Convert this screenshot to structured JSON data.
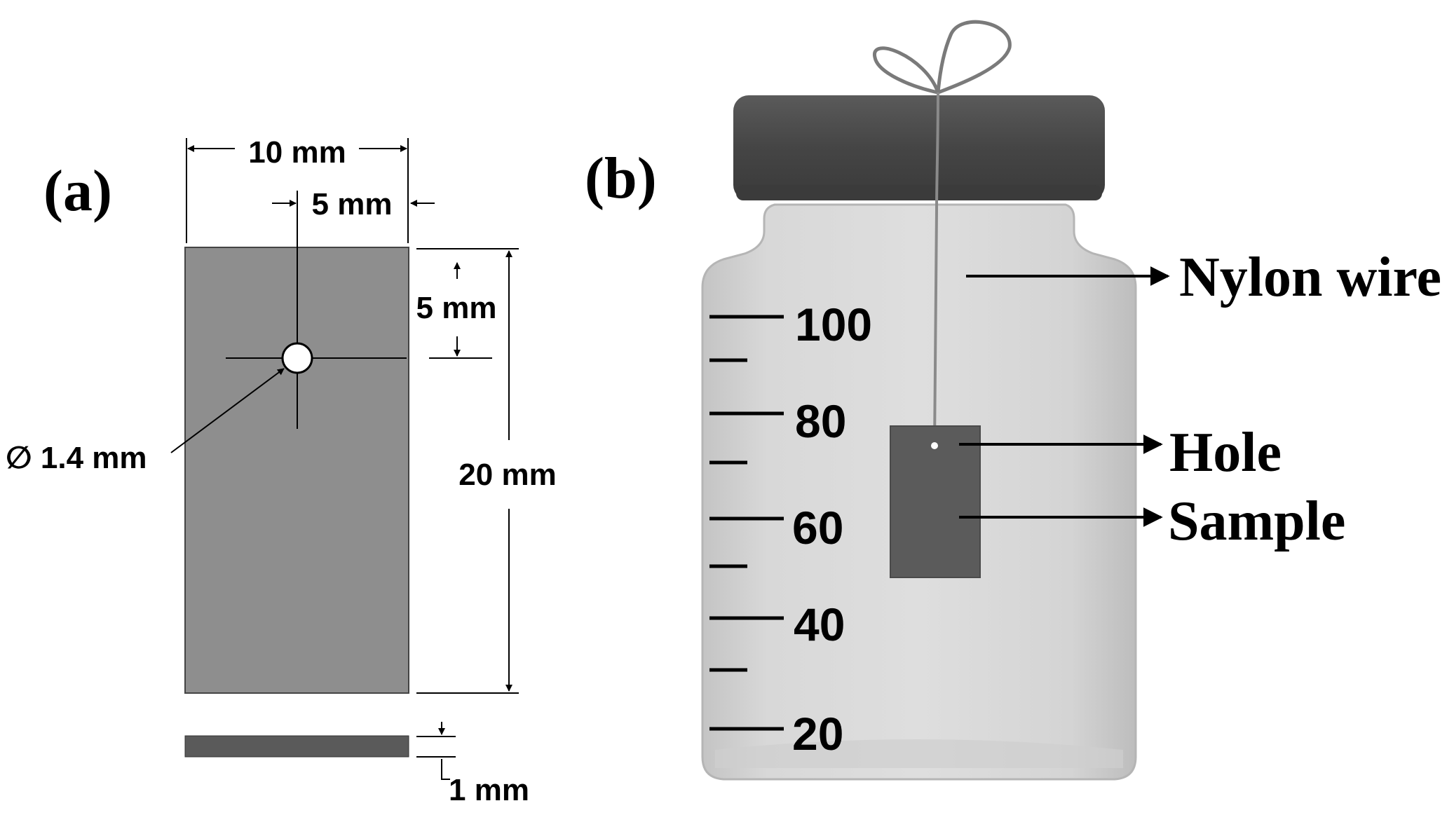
{
  "panel_a": {
    "label": "(a)",
    "width_dim": "10 mm",
    "hole_offset_x_dim": "5 mm",
    "hole_offset_y_dim": "5 mm",
    "hole_diameter_dim": "∅ 1.4 mm",
    "height_dim": "20 mm",
    "thickness_dim": "1 mm"
  },
  "panel_b": {
    "label": "(b)",
    "scale_labels": [
      "100",
      "80",
      "60",
      "40",
      "20"
    ],
    "callouts": {
      "nylon_wire": "Nylon wire",
      "hole": "Hole",
      "sample": "Sample"
    }
  },
  "colors": {
    "sample_plate": "#8e8e8e",
    "sample_side": "#5a5a5a",
    "vial_body": "#d6d6d6",
    "vial_cap": "#4a4a4a",
    "sample_in_vial": "#5b5b5b"
  }
}
